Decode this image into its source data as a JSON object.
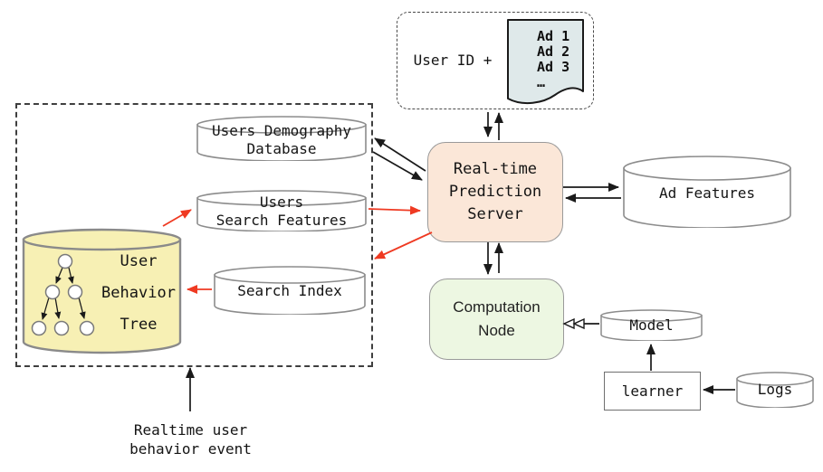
{
  "request_box": {
    "user_id_label": "User ID +",
    "ad_list": "Ad 1\nAd 2\nAd 3\n…"
  },
  "nodes": {
    "prediction_server": "Real-time\nPrediction\nServer",
    "users_demography_db": "Users Demography\nDatabase",
    "users_search_features": "Users\nSearch Features",
    "search_index": "Search Index",
    "user_behavior_tree": "User\nBehavior\nTree",
    "ad_features": "Ad Features",
    "computation_node": "Computation\nNode",
    "model": "Model",
    "learner": "learner",
    "logs": "Logs"
  },
  "annotations": {
    "realtime_event": "Realtime user\nbehavior event"
  },
  "colors": {
    "red_arrow": "#ef3a22",
    "black_arrow": "#1a1a1a",
    "server_fill": "#fbe7d8",
    "computation_fill": "#edf7e2",
    "behavior_tree_fill": "#f7f0b4",
    "document_fill": "#dfe9ea",
    "cylinder_stroke": "#8c8c8c"
  }
}
